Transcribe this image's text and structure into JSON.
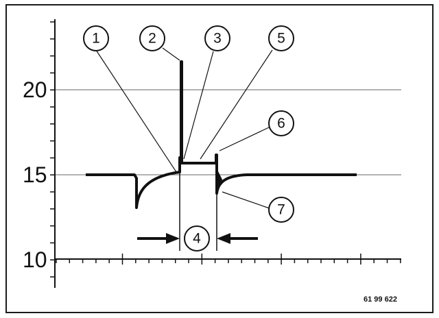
{
  "figure": {
    "y_axis_labels": [
      "20",
      "15",
      "10"
    ],
    "callouts": [
      "1",
      "2",
      "3",
      "5",
      "6",
      "7",
      "4"
    ],
    "figure_ref": "61 99 622"
  },
  "colors": {
    "frame": "#1a1a1a",
    "trace": "#111111",
    "grid": "#666666"
  }
}
